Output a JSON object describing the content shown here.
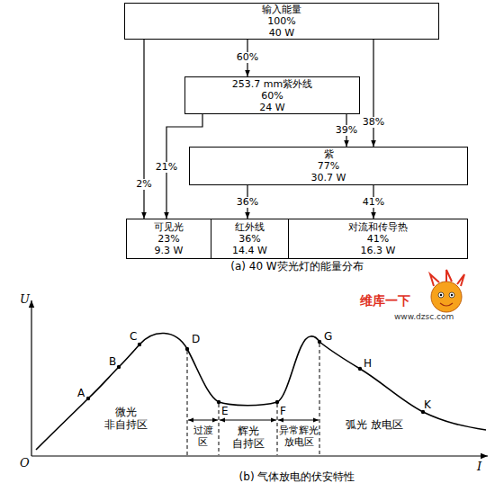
{
  "diagram": {
    "nodes": [
      {
        "text": [
          "输入能量",
          "100%",
          "40 W"
        ]
      },
      {
        "text": [
          "253.7 mm紫外线",
          "60%",
          "24 W"
        ]
      },
      {
        "text": [
          "紫",
          "77%",
          "30.7 W"
        ]
      },
      {
        "text": [
          "可见光",
          "23%",
          "9.3 W"
        ]
      },
      {
        "text": [
          "红外线",
          "36%",
          "14.4 W"
        ]
      },
      {
        "text": [
          "对流和传导热",
          "41%",
          "16.3 W"
        ]
      }
    ],
    "edges": [
      {
        "from": 0,
        "to": 1,
        "arrow": "to",
        "label": "60%"
      },
      {
        "from": 0,
        "to": 3,
        "arrow": "to",
        "label": "2%"
      },
      {
        "from": 0,
        "to": 2,
        "arrow": "to",
        "label": "38%"
      },
      {
        "from": 1,
        "to": 3,
        "arrow": "to",
        "label": "21%"
      },
      {
        "from": 1,
        "to": 2,
        "arrow": "to",
        "label": "39%"
      },
      {
        "from": 2,
        "to": 4,
        "arrow": "to",
        "label": "36%"
      },
      {
        "from": 2,
        "to": 5,
        "arrow": "to",
        "label": "41%"
      }
    ],
    "labels": [
      "(a) 40 W荧光灯的能量分布",
      "U",
      "A",
      "B",
      "C",
      "D",
      "E",
      "F",
      "G",
      "H",
      "K",
      "微光 非自持区",
      "过渡 区",
      "辉光 自持区",
      "异常辉光 放电区",
      "弧光 放电区",
      "O",
      "I",
      "(b) 气体放电的伏安特性",
      "维库一下",
      "www.dzsc.com"
    ]
  }
}
